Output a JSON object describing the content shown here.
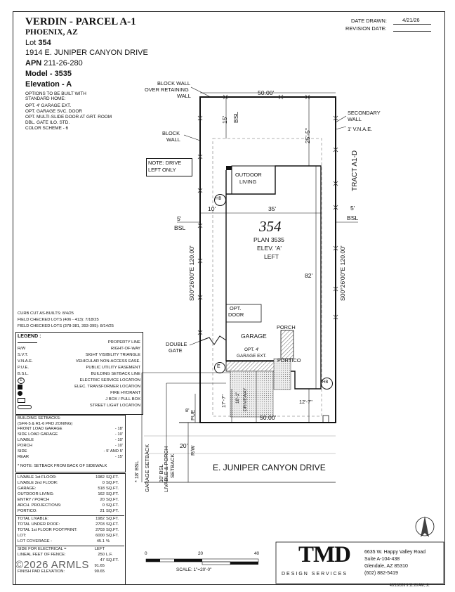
{
  "header": {
    "title": "VERDIN - PARCEL A-1",
    "city": "PHOENIX, AZ",
    "lot_label": "Lot",
    "lot_number": "354",
    "address": "1914 E. JUNIPER CANYON DRIVE",
    "apn_label": "APN",
    "apn": "211-26-280",
    "model_label": "Model -",
    "model": "3535",
    "elevation_label": "Elevation -",
    "elevation": "A",
    "date_drawn_label": "DATE DRAWN:",
    "date_drawn": "4/21/26",
    "revision_label": "REVISION DATE:",
    "revision_date": ""
  },
  "options": {
    "heading1": "OPTIONS TO BE BUILT WITH",
    "heading2": "STANDARD HOME:",
    "items": [
      "OPT. 4' GARAGE EXT.",
      "OPT. GARAGE SVC. DOOR",
      "OPT. MULTI-SLIDE DOOR AT GRT. ROOM",
      "DBL. GATE ILO. STD.",
      "COLOR SCHEME - 6"
    ]
  },
  "field_notes": [
    "CURB CUT AS-BUILTS: 8/4/25",
    "FIELD CHECKED LOTS (406 - 413): 7/18/25",
    "FIELD CHECKED LOTS (378-381, 393-395): 8/14/25"
  ],
  "legend": {
    "title": "LEGEND :",
    "items": [
      {
        "sym": "",
        "label": "PROPERTY LINE"
      },
      {
        "sym": "R/W",
        "label": "RIGHT-OF-WAY"
      },
      {
        "sym": "S.V.T.",
        "label": "SIGHT VISIBILITY TRIANGLE"
      },
      {
        "sym": "V.N.A.E.",
        "label": "VEHICULAR NON-ACCESS EASE."
      },
      {
        "sym": "P.U.E.",
        "label": "PUBLIC UTILITY EASEMENT"
      },
      {
        "sym": "B.S.L.",
        "label": "BUILDING SETBACK LINE"
      },
      {
        "sym": "E",
        "label": "ELECTRIC SERVICE LOCATION"
      },
      {
        "sym": "",
        "label": "ELEC. TRANSFORMER LOCATION"
      },
      {
        "sym": "",
        "label": "FIRE HYDRANT"
      },
      {
        "sym": "",
        "label": "J BOX / PULL BOX"
      },
      {
        "sym": "",
        "label": "STREET LIGHT LOCATION"
      }
    ]
  },
  "setbacks": {
    "title": "BUILDING SETBACKS:",
    "subtitle": "(SFR-5 & R1-6 PRD ZONING)",
    "items": [
      {
        "label": "FRONT LOAD GARAGE",
        "value": "- 18'"
      },
      {
        "label": "SIDE LOAD GARAGE",
        "value": "- 10'"
      },
      {
        "label": "LIVABLE",
        "value": "- 10'"
      },
      {
        "label": "PORCH",
        "value": "- 10'"
      },
      {
        "label": "SIDE",
        "value": "- 5' AND 5'"
      },
      {
        "label": "REAR",
        "value": "- 15'"
      }
    ],
    "note": "* NOTE: SETBACK FROM BACK OF SIDEWALK"
  },
  "areas": {
    "group1": [
      {
        "label": "LIVABLE 1st FLOOR:",
        "value": "1982",
        "unit": "SQ.FT."
      },
      {
        "label": "LIVABLE 2nd FLOOR:",
        "value": "0",
        "unit": "SQ.FT."
      },
      {
        "label": "GARAGE:",
        "value": "518",
        "unit": "SQ.FT."
      },
      {
        "label": "OUTDOOR LIVING:",
        "value": "162",
        "unit": "SQ.FT."
      },
      {
        "label": "ENTRY / PORCH",
        "value": "20",
        "unit": "SQ.FT."
      },
      {
        "label": "ARCH. PROJECTIONS:",
        "value": "0",
        "unit": "SQ.FT."
      },
      {
        "label": "PORTICO:",
        "value": "21",
        "unit": "SQ.FT."
      }
    ],
    "group2": [
      {
        "label": "TOTAL LIVABLE:",
        "value": "1982",
        "unit": "SQ.FT."
      },
      {
        "label": "TOTAL UNDER ROOF:",
        "value": "2703",
        "unit": "SQ.FT."
      },
      {
        "label": "TOTAL 1st FLOOR FOOTPRINT:",
        "value": "2703",
        "unit": "SQ.FT."
      },
      {
        "label": "LOT:",
        "value": "6000",
        "unit": "SQ.FT."
      },
      {
        "label": "LOT COVERAGE :",
        "value": "45.1",
        "unit": "%"
      }
    ],
    "group3": [
      {
        "label": "SIDE FOR ELECTRICAL =",
        "value": "LEFT",
        "unit": ""
      },
      {
        "label": "LINEAL FEET OF FENCE:",
        "value": "250",
        "unit": "L.F."
      },
      {
        "label": "",
        "value": "47",
        "unit": "SQ.FT."
      },
      {
        "label": "",
        "value": "91.65",
        "unit": ""
      },
      {
        "label": "FINISH PAD ELEVATION:",
        "value": "90.65",
        "unit": ""
      }
    ]
  },
  "plan": {
    "lot_num": "354",
    "plan_label": "PLAN 3535",
    "elev_label": "ELEV. 'A'",
    "side_label": "LEFT",
    "top_dim": "50.00'",
    "bottom_dim": "50.00'",
    "left_bearing": "S00°26'00\"E 120.00'",
    "right_bearing": "S00°26'00\"E 120.00'",
    "dim_35": "35'",
    "dim_10": "10'",
    "dim_82": "82'",
    "dim_25_5": "25'-5\"",
    "dim_15": "15'",
    "bsl": "BSL",
    "dim_5_left": "5'",
    "dim_5_right": "5'",
    "bsl_left": "BSL",
    "bsl_right": "BSL",
    "dim_17_7": "17'-7\"",
    "dim_18_1": "18'-1\"",
    "dim_12_7": "12'-7\"",
    "driveway": "DRIVEWAY",
    "pue_dim": "8'",
    "pue": "PUE",
    "rw_dim": "20'",
    "rw": "R/W",
    "outdoor_living_1": "OUTDOOR",
    "outdoor_living_2": "LIVING",
    "opt_door_1": "OPT.",
    "opt_door_2": "DOOR",
    "garage": "GARAGE",
    "garage_ext_1": "OPT. 4'",
    "garage_ext_2": "GARAGE EXT.",
    "porch": "PORCH",
    "portico": "PORTICO",
    "hb": "HB",
    "e": "E",
    "note_drive_1": "NOTE: DRIVE",
    "note_drive_2": "LEFT ONLY",
    "block_wall_ret_1": "BLOCK WALL",
    "block_wall_ret_2": "OVER RETAINING",
    "block_wall_ret_3": "WALL",
    "block_wall_1": "BLOCK",
    "block_wall_2": "WALL",
    "secondary_1": "SECONDARY",
    "secondary_2": "WALL",
    "vnae": "1' V.N.A.E.",
    "tract": "TRACT A1-D",
    "double_gate_1": "DOUBLE",
    "double_gate_2": "GATE",
    "street": "E. JUNIPER CANYON DRIVE",
    "garage_setback_1": "* 18' BSL",
    "garage_setback_2": "GARAGE SETBACK",
    "livable_setback_1": "10' BSL",
    "livable_setback_2": "LIVABLE & PORCH",
    "livable_setback_3": "SETBACK"
  },
  "scale": {
    "ticks": [
      "0",
      "20",
      "40"
    ],
    "label": "SCALE:  1\"=20'-0\""
  },
  "company": {
    "logo": "TMD",
    "tagline": "DESIGN SERVICES",
    "address1": "6635 W. Happy Valley Road",
    "address2": "Suite A-104-438",
    "address3": "Glendale, AZ 85310",
    "phone": "(602) 882-5419"
  },
  "watermark": "©2026 ARMLS",
  "timestamp": "4/21/2026 9:11:26 AM, JL"
}
